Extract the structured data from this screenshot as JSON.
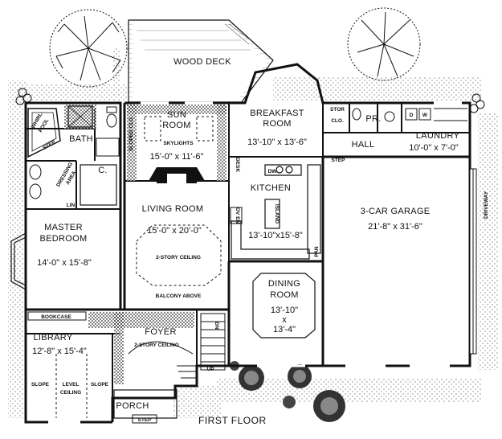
{
  "title": "FIRST FLOOR",
  "rooms": {
    "wood_deck": {
      "name": "WOOD DECK"
    },
    "sun_room": {
      "name1": "SUN",
      "name2": "ROOM",
      "note": "SKYLIGHTS",
      "dim": "15'-0\" x 11'-6\""
    },
    "breakfast": {
      "name1": "BREAKFAST",
      "name2": "ROOM",
      "dim": "13'-10\" x 13'-6\""
    },
    "laundry": {
      "name": "LAUNDRY",
      "dim": "10'-0\" x 7'-0\""
    },
    "hall": {
      "name": "HALL"
    },
    "bath": {
      "name": "BATH"
    },
    "kitchen": {
      "name": "KITCHEN",
      "dim": "13'-10\"x15'-8\""
    },
    "living": {
      "name": "LIVING ROOM",
      "dim": "15'-0\" x 20'-0\"",
      "note": "2-STORY CEILING",
      "note2": "BALCONY ABOVE"
    },
    "master": {
      "name1": "MASTER",
      "name2": "BEDROOM",
      "dim": "14'-0\" x 15'-8\""
    },
    "garage": {
      "name": "3-CAR GARAGE",
      "dim": "21'-8\" x 31'-6\""
    },
    "dining": {
      "name1": "DINING",
      "name2": "ROOM",
      "dim1": "13'-10\"",
      "dim_x": "x",
      "dim2": "13'-4\""
    },
    "library": {
      "name": "LIBRARY",
      "dim": "12'-8\" x 15'-4\"",
      "slope_l": "SLOPE",
      "slope_r": "SLOPE",
      "level1": "LEVEL",
      "level2": "CEILING"
    },
    "foyer": {
      "name": "FOYER",
      "note": "2-STORY CEILING"
    },
    "porch": {
      "name": "PORCH"
    }
  },
  "labels": {
    "whirlpool1": "WHIRL-",
    "whirlpool2": "POOL",
    "step": "STEP",
    "dressing1": "DRESSING",
    "dressing2": "AREA",
    "closet": "C.",
    "linen": "LIN",
    "sloped": "SLOPED CLG.",
    "desk": "DESK",
    "stor": "STOR",
    "clo": "CLO.",
    "pr": "PR.",
    "dryer": "D",
    "washer": "W",
    "dw": "DW",
    "island": "ISLAND",
    "oven": "OV EN",
    "pan": "PAN",
    "bookcase": "BOOKCASE",
    "dn": "DN",
    "up": "UP",
    "driveway": "DRIVEWAY",
    "step_garage": "STEP",
    "step_porch": "STEP"
  }
}
